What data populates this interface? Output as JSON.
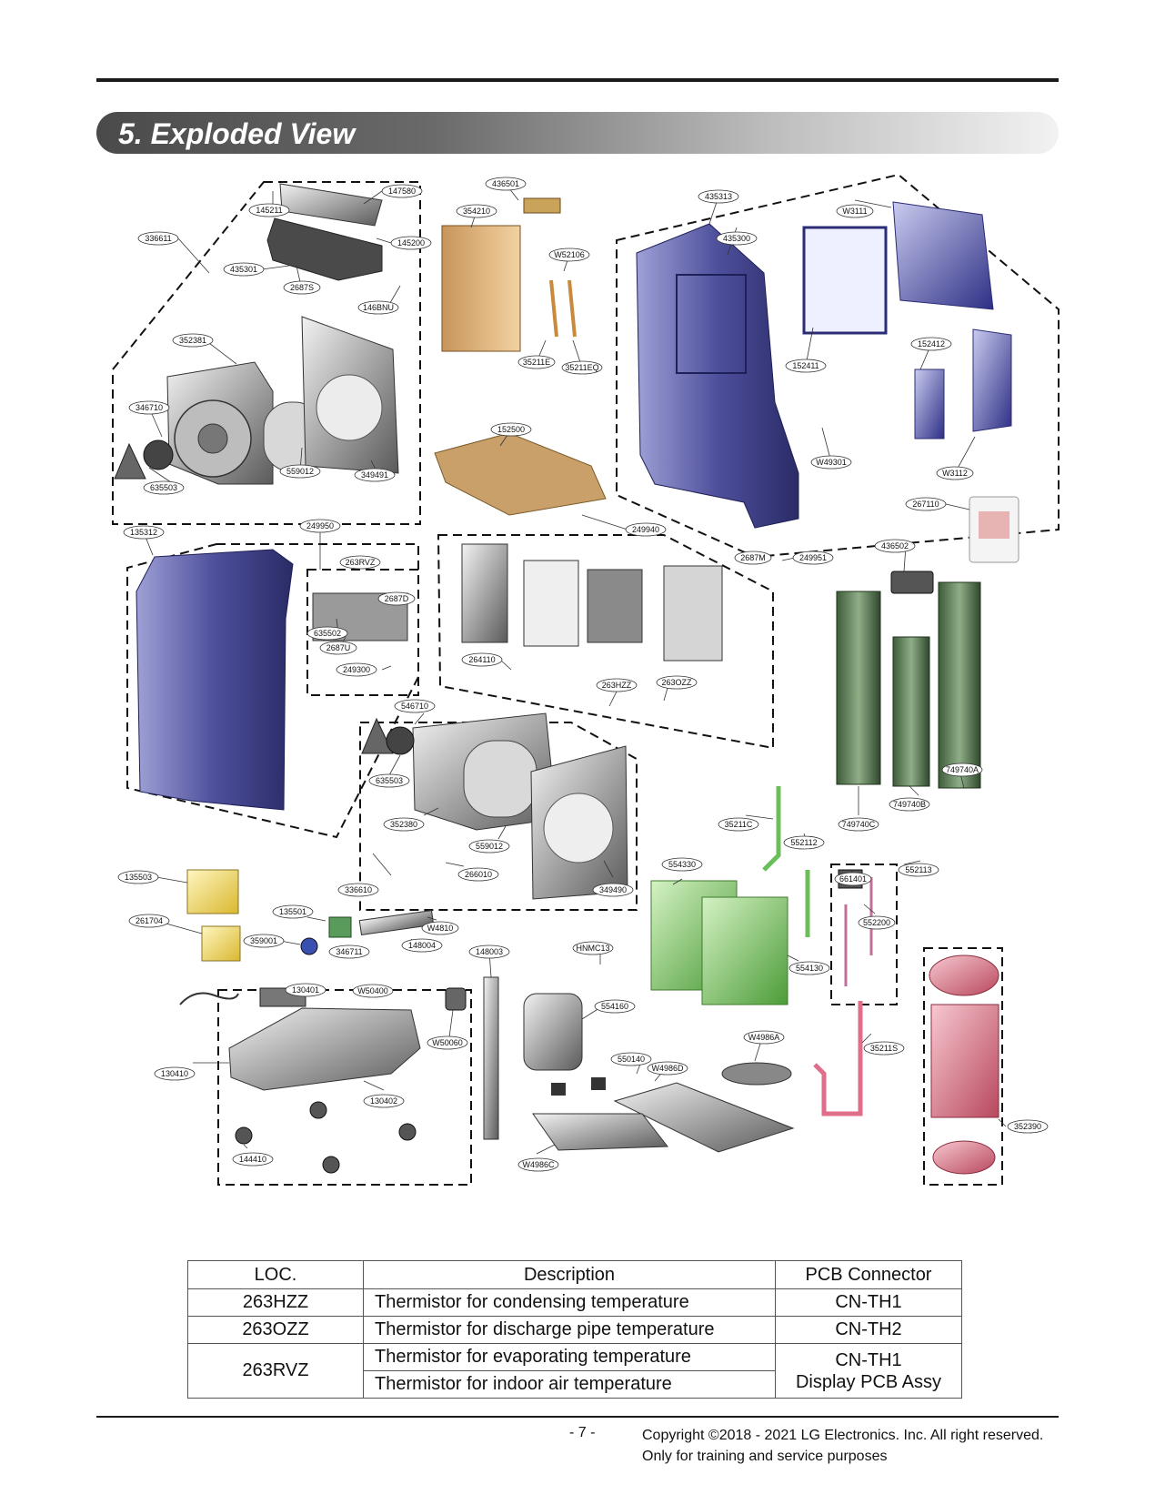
{
  "section_title": "5. Exploded View",
  "labels": {
    "336611": "336611",
    "145211": "145211",
    "147580": "147580",
    "145200": "145200",
    "435301": "435301",
    "2687S": "2687S",
    "146BNU": "146BNU",
    "352381": "352381",
    "346710": "346710",
    "559012a": "559012",
    "349491": "349491",
    "635503a": "635503",
    "436501": "436501",
    "354210": "354210",
    "W52106": "W52106",
    "35211E": "35211E",
    "35211EQ": "35211EQ",
    "152500": "152500",
    "435313": "435313",
    "W3111": "W3111",
    "435300": "435300",
    "152411": "152411",
    "152412": "152412",
    "W49301": "W49301",
    "W3112": "W3112",
    "267110": "267110",
    "135312": "135312",
    "249950": "249950",
    "263RVZ": "263RVZ",
    "2687D": "2687D",
    "635502": "635502",
    "2687U": "2687U",
    "249300": "249300",
    "249940": "249940",
    "2687M": "2687M",
    "249951": "249951",
    "264110": "264110",
    "263HZZ": "263HZZ",
    "263OZZ": "263OZZ",
    "436502": "436502",
    "546710": "546710",
    "635503b": "635503",
    "352380": "352380",
    "559012b": "559012",
    "336610": "336610",
    "266010": "266010",
    "349490": "349490",
    "749740A": "749740A",
    "749740B": "749740B",
    "749740C": "749740C",
    "35211C": "35211C",
    "552112": "552112",
    "554330": "554330",
    "661401": "661401",
    "552113": "552113",
    "552200": "552200",
    "554130": "554130",
    "135503": "135503",
    "261704": "261704",
    "135501": "135501",
    "W4810": "W4810",
    "359001": "359001",
    "346711": "346711",
    "148004": "148004",
    "148003": "148003",
    "HNMC13": "HNMC13",
    "130401": "130401",
    "W50400": "W50400",
    "W50060": "W50060",
    "554160": "554160",
    "W4986A": "W4986A",
    "35211S": "35211S",
    "130410": "130410",
    "550140": "550140",
    "W4986D": "W4986D",
    "130402": "130402",
    "352390": "352390",
    "144410": "144410",
    "W4986C": "W4986C"
  },
  "table": {
    "headers": [
      "LOC.",
      "Description",
      "PCB Connector"
    ],
    "rows": [
      {
        "loc": "263HZZ",
        "desc": "Thermistor for condensing temperature",
        "conn": "CN-TH1"
      },
      {
        "loc": "263OZZ",
        "desc": "Thermistor for discharge pipe temperature",
        "conn": "CN-TH2"
      },
      {
        "loc": "263RVZ",
        "desc": "Thermistor for evaporating temperature",
        "desc2": "Thermistor for indoor air temperature",
        "conn": "CN-TH1",
        "conn2": "Display PCB Assy"
      }
    ]
  },
  "footer": {
    "page": "- 7 -",
    "copyright": "Copyright ©2018 - 2021 LG Electronics. Inc. All right reserved.",
    "note": "Only for training and service purposes"
  }
}
